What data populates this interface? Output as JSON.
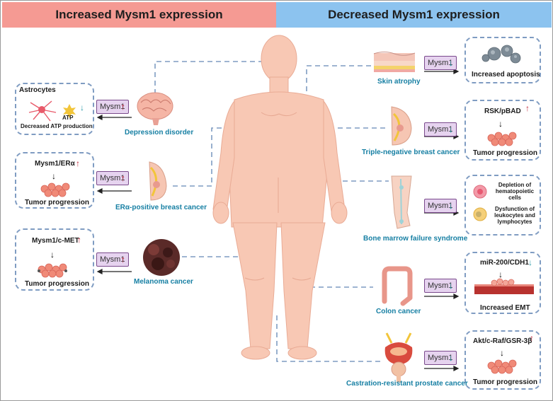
{
  "header": {
    "left": "Increased Mysm1 expression",
    "right": "Decreased Mysm1 expression"
  },
  "badge_label": "Mysm1",
  "left_panels": [
    {
      "disease": "Depression disorder",
      "box_title": "Astrocytes",
      "box_mid": "ATP",
      "box_bottom": "Decreased ATP production",
      "badge_dir": "up"
    },
    {
      "disease": "ERα-positive breast cancer",
      "box_title": "Mysm1/ERα",
      "box_bottom": "Tumor progression",
      "badge_dir": "up"
    },
    {
      "disease": "Melanoma cancer",
      "box_title": "Mysm1/c-MET",
      "box_bottom": "Tumor progression",
      "badge_dir": "up"
    }
  ],
  "right_panels": [
    {
      "disease": "Skin atrophy",
      "box_bottom": "Increased apoptosis",
      "badge_dir": "down"
    },
    {
      "disease": "Triple-negative breast cancer",
      "box_title": "RSK/pBAD",
      "box_bottom": "Tumor progression",
      "badge_dir": "down"
    },
    {
      "disease": "Bone marrow failure syndrome",
      "item1": "Depletion of hematopoietic cells",
      "item2": "Dysfunction of leukocytes and lymphocytes",
      "badge_dir": "down"
    },
    {
      "disease": "Colon cancer",
      "box_title": "miR-200/CDH1",
      "box_bottom": "Increased EMT",
      "badge_dir": "down"
    },
    {
      "disease": "Castration-resistant prostate cancer",
      "box_title": "Akt/c-Raf/GSR-3β",
      "box_bottom": "Tumor progression",
      "badge_dir": "down"
    }
  ],
  "colors": {
    "header_left": "#f59a93",
    "header_right": "#8cc3ef",
    "disease_label": "#167fa3",
    "up_arrow": "#c0263a",
    "down_arrow": "#2a9aa8",
    "badge_fill": "#e6d3ef",
    "dashed_border": "#7f9cc2",
    "body": "#f6c7b4"
  }
}
